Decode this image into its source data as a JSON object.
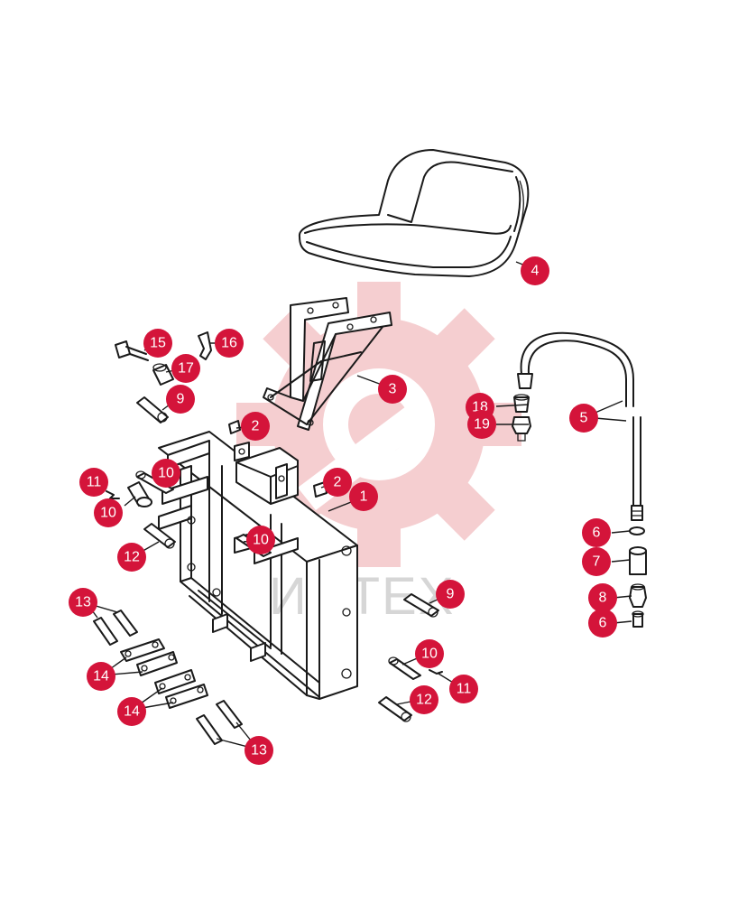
{
  "watermark": {
    "text": "ИНТЕХ",
    "icon": "gear-logo",
    "color": "#f4c6c8"
  },
  "accent_color": "#d4143a",
  "parts": {
    "seat": "4",
    "seat_bracket": "3",
    "frame": "1",
    "hose": "5",
    "nut_top": "2",
    "nut_right": "2",
    "pin_left": "9",
    "pin_right": "9",
    "washer_a": "6",
    "washer_b": "6",
    "coupling": "7",
    "adapter": "8",
    "pin_10_a": "10",
    "pin_10_b": "10",
    "pin_10_c": "10",
    "pin_10_d": "10",
    "clip_a": "11",
    "clip_b": "11",
    "pin_12_a": "12",
    "pin_12_b": "12",
    "pin_13_a": "13",
    "pin_13_b": "13",
    "link_a": "14",
    "link_b": "14",
    "bolt": "15",
    "bracket_small": "16",
    "sleeve": "17",
    "fitting_a": "18",
    "fitting_b": "19"
  }
}
